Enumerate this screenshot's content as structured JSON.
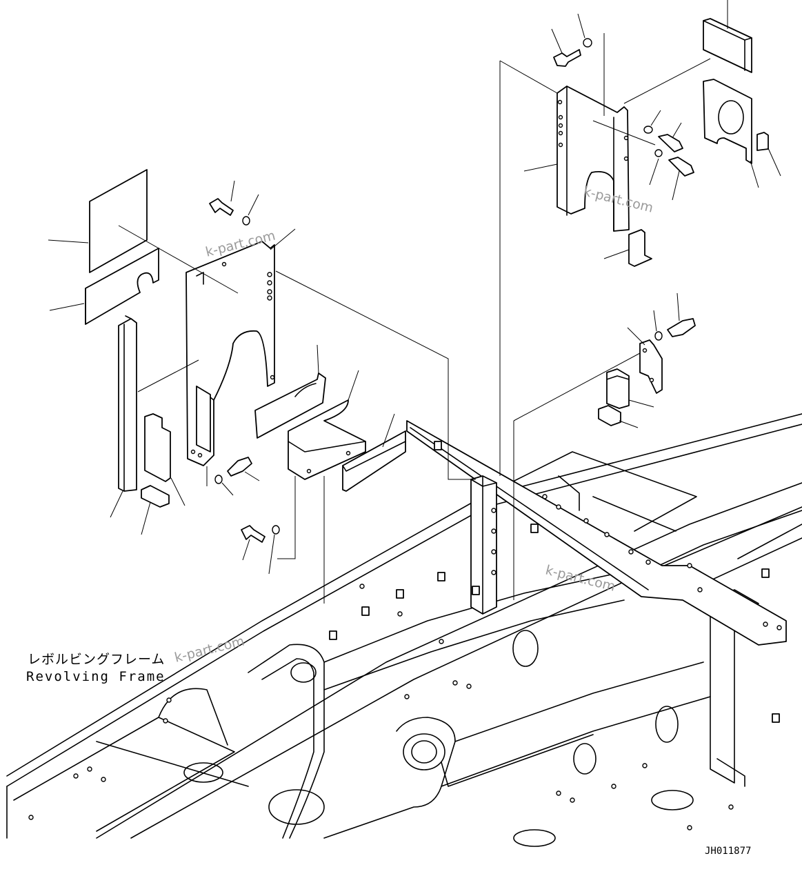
{
  "frame_label": {
    "japanese": "レボルビングフレーム",
    "english": "Revolving Frame"
  },
  "drawing_id": "JH011877",
  "watermarks": [
    "k-part.com",
    "k-part.com",
    "k-part.com",
    "k-part.com"
  ],
  "colors": {
    "line": "#000000",
    "watermark": "#9a9a9a",
    "background": "#ffffff"
  }
}
